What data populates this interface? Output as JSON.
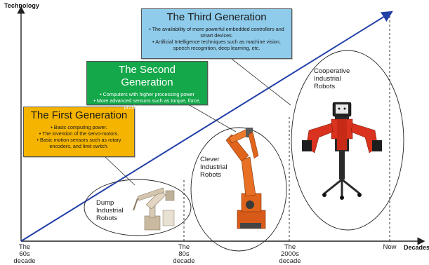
{
  "axes": {
    "y_title": "Technology",
    "x_title": "Decades",
    "ticks": [
      {
        "line1": "The",
        "line2": "60s",
        "line3": "decade"
      },
      {
        "line1": "The",
        "line2": "80s",
        "line3": "decade"
      },
      {
        "line1": "The",
        "line2": "2000s",
        "line3": "decade"
      },
      {
        "line1": "Now",
        "line2": "",
        "line3": ""
      }
    ]
  },
  "generations": [
    {
      "title": "The First Generation",
      "color": "#f5b400",
      "bullets": [
        "Basic computing power.",
        "The invention of the servo-motors.",
        "Basic motion sensors such as rotary encoders, and limit switch."
      ]
    },
    {
      "title": "The Second Generation",
      "color": "#14a84a",
      "bullets": [
        "Computers with higher processing power",
        "More advanced sensors such as torque, force, proximity, sonar, etc."
      ]
    },
    {
      "title": "The Third Generation",
      "color": "#8fcbea",
      "bullets": [
        "The availability of more powerful embedded controllers and smart devices.",
        "Artificial Intelligence techniques such as machine vision, speech recognition, deep learning, etc."
      ]
    }
  ],
  "robots": [
    {
      "line1": "Dump",
      "line2": "Industrial",
      "line3": "Robots",
      "icon": "dump-robot-arm-icon"
    },
    {
      "line1": "Clever",
      "line2": "Industrial",
      "line3": "Robots",
      "icon": "clever-robot-arm-icon"
    },
    {
      "line1": "Cooperative",
      "line2": "Industrial",
      "line3": "Robots",
      "icon": "cooperative-robot-icon"
    }
  ],
  "colors": {
    "trend_line": "#2340a8",
    "axis": "#222222",
    "robot_orange": "#e0641c",
    "robot_red": "#d9321e"
  }
}
